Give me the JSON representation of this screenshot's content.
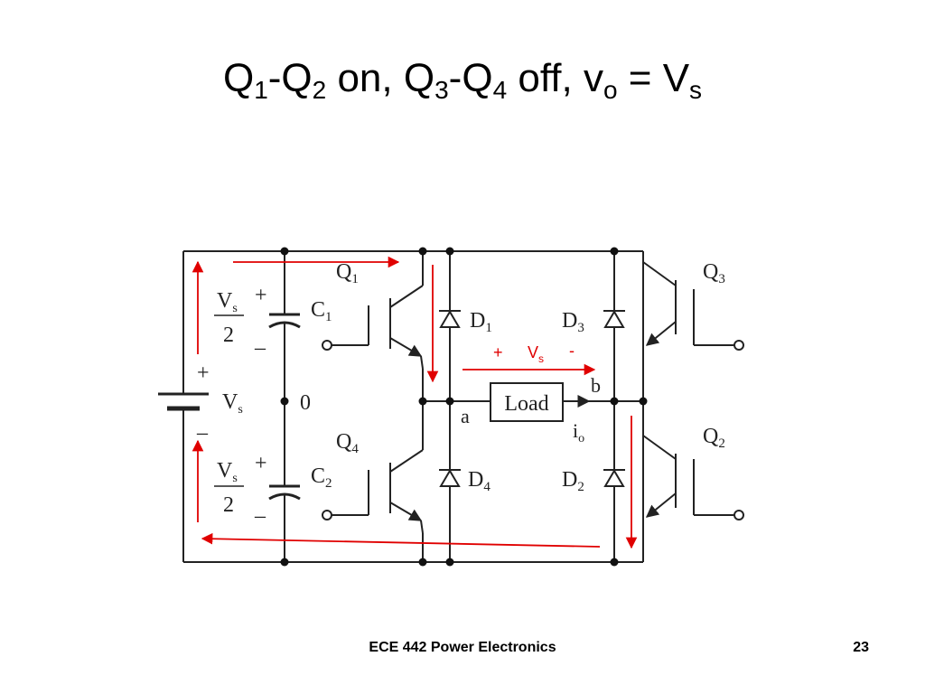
{
  "title": {
    "q1": "Q",
    "q1_sub": "1",
    "dash1": "-",
    "q2": "Q",
    "q2_sub": "2",
    "on": " on, ",
    "q3": "Q",
    "q3_sub": "3",
    "dash2": "-",
    "q4": "Q",
    "q4_sub": "4",
    "off": " off, ",
    "vo": "v",
    "vo_sub": "o",
    "eq": " = ",
    "vs": "V",
    "vs_sub": "s"
  },
  "circuit": {
    "plus_top": "+",
    "plus_mid": "+",
    "plus_bot": "+",
    "minus_top": "–",
    "minus_mid": "–",
    "minus_bot": "–",
    "vs_half_v": "V",
    "vs_half_s": "s",
    "two": "2",
    "vs_v": "V",
    "vs_s": "s",
    "c1": "C",
    "c1_sub": "1",
    "c2": "C",
    "c2_sub": "2",
    "zero": "0",
    "q1": "Q",
    "q1_sub": "1",
    "q2": "Q",
    "q2_sub": "2",
    "q3": "Q",
    "q3_sub": "3",
    "q4": "Q",
    "q4_sub": "4",
    "d1": "D",
    "d1_sub": "1",
    "d2": "D",
    "d2_sub": "2",
    "d3": "D",
    "d3_sub": "3",
    "d4": "D",
    "d4_sub": "4",
    "node_a": "a",
    "node_b": "b",
    "io": "i",
    "io_sub": "o",
    "load": "Load",
    "vo_plus": "+",
    "vo_v": "V",
    "vo_s": "s",
    "vo_minus": "-"
  },
  "colors": {
    "wire": "#222222",
    "current_path": "#e00000"
  },
  "footer": {
    "course": "ECE 442 Power Electronics",
    "page": "23"
  }
}
